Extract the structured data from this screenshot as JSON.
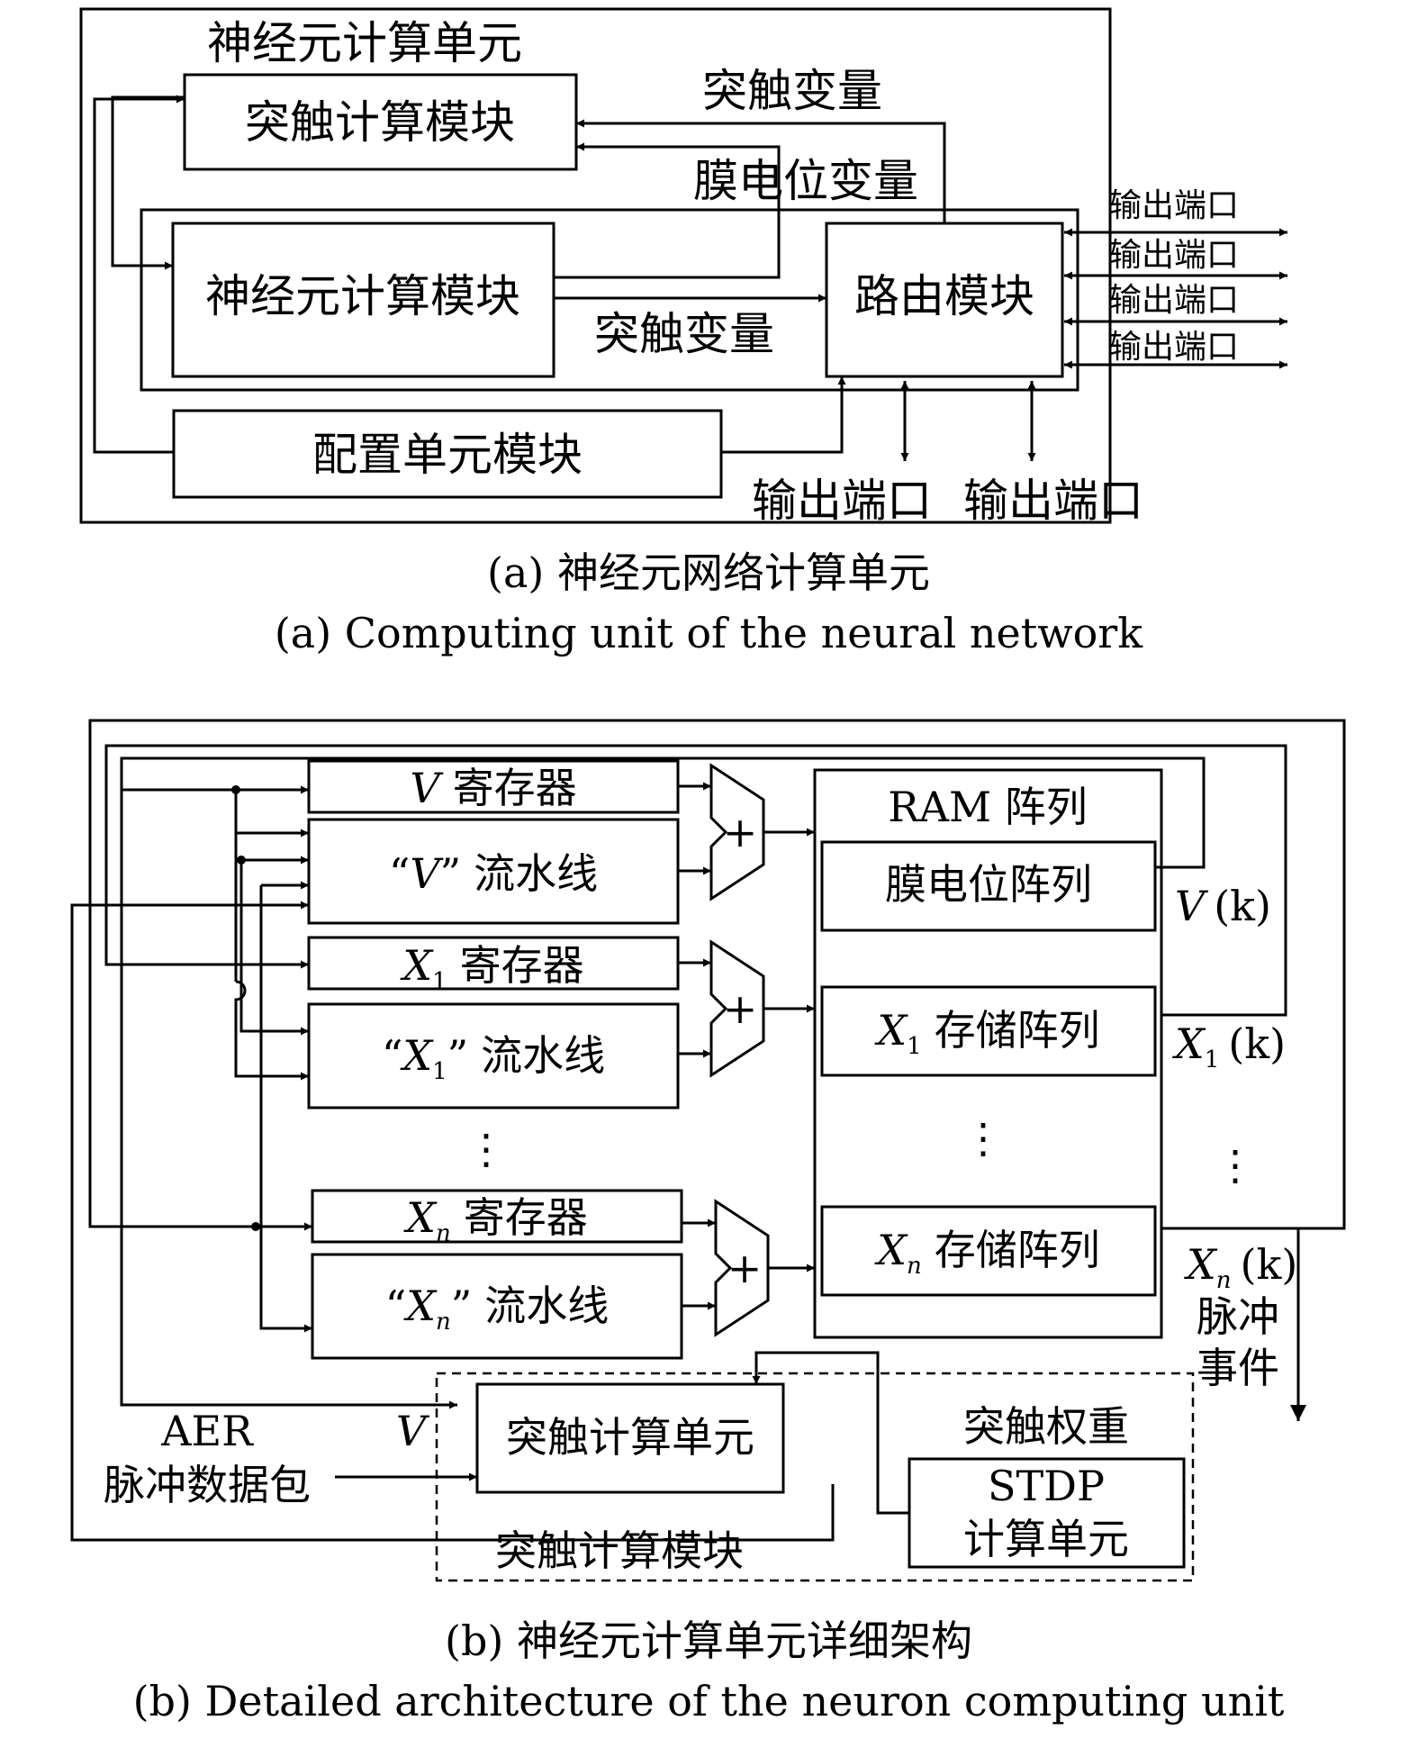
{
  "panel_a": {
    "unit_title": "神经元计算单元",
    "synapse_module": "突触计算模块",
    "neuron_module": "神经元计算模块",
    "router_module": "路由模块",
    "config_module": "配置单元模块",
    "synapse_var_top": "突触变量",
    "membrane_var": "膜电位变量",
    "synapse_var_mid": "突触变量",
    "output_port_label": "输出端口",
    "caption_cn": "(a) 神经元网络计算单元",
    "caption_en": "(a) Computing unit of the neural network"
  },
  "panel_b": {
    "reg_suffix": "寄存器",
    "pipeline_suffix": "流水线",
    "v_symbol": "V",
    "x1_symbol": "X",
    "x1_sub": "1",
    "xn_symbol": "X",
    "xn_sub": "n",
    "open_quote": "“",
    "close_quote": "”",
    "ellipsis": "⋮",
    "adder": "+",
    "ram_title": "RAM 阵列",
    "membrane_array": "膜电位阵列",
    "storage_array_suffix": "存储阵列",
    "k_arg": "(k)",
    "spike_event_1": "脉冲",
    "spike_event_2": "事件",
    "aer_1": "AER",
    "aer_2": "脉冲数据包",
    "v_input": "V",
    "synapse_unit": "突触计算单元",
    "synapse_weight": "突触权重",
    "stdp_1": "STDP",
    "stdp_2": "计算单元",
    "synapse_module": "突触计算模块",
    "caption_cn": "(b) 神经元计算单元详细架构",
    "caption_en": "(b) Detailed architecture of the neuron computing unit"
  }
}
